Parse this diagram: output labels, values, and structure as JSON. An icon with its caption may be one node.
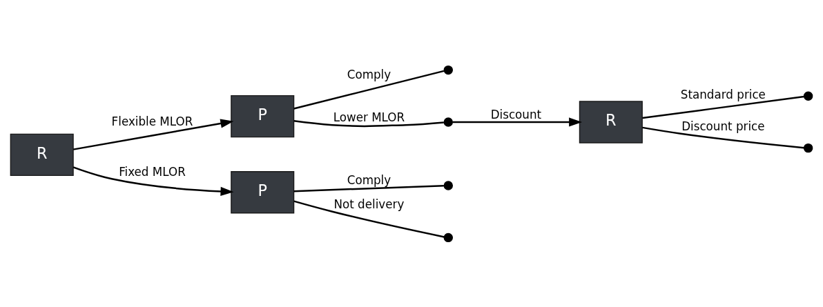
{
  "diagram": {
    "nodes": [
      {
        "text": [
          "R"
        ]
      },
      {
        "text": [
          "P"
        ]
      },
      {
        "text": [],
        "shape": "circle"
      },
      {
        "text": [],
        "shape": "circle"
      },
      {
        "text": [
          "R"
        ]
      },
      {
        "text": [],
        "shape": "circle"
      },
      {
        "text": [],
        "shape": "circle"
      },
      {
        "text": [
          "P"
        ]
      },
      {
        "text": [],
        "shape": "circle"
      },
      {
        "text": [],
        "shape": "circle"
      }
    ],
    "edges": [
      {
        "from": 0,
        "to": 1,
        "arrow": "to",
        "label": "Flexible MLOR"
      },
      {
        "from": 0,
        "to": 7,
        "arrow": "to",
        "label": "Fixed MLOR"
      },
      {
        "from": 1,
        "to": 2,
        "arrow": "none",
        "label": "Comply"
      },
      {
        "from": 1,
        "to": 3,
        "arrow": "none",
        "label": "Lower MLOR"
      },
      {
        "from": 3,
        "to": 4,
        "arrow": "to",
        "label": "Discount"
      },
      {
        "from": 4,
        "to": 5,
        "arrow": "none",
        "label": "Standard price"
      },
      {
        "from": 4,
        "to": 6,
        "arrow": "none",
        "label": "Discount price"
      },
      {
        "from": 7,
        "to": 8,
        "arrow": "none",
        "label": "Comply"
      },
      {
        "from": 7,
        "to": 9,
        "arrow": "none",
        "label": "Not delivery"
      }
    ]
  }
}
